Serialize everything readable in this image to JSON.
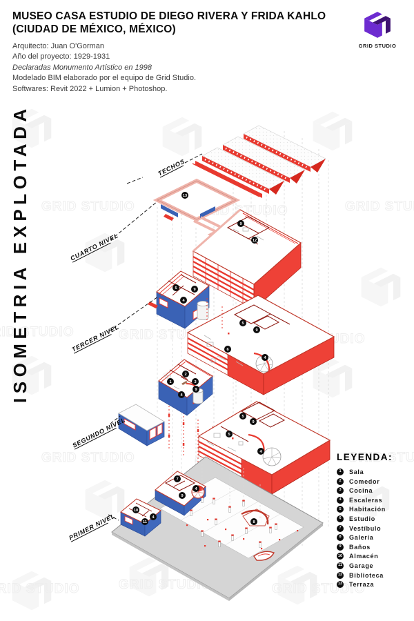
{
  "header": {
    "title_line1": "MUSEO CASA ESTUDIO DE DIEGO RIVERA Y FRIDA KAHLO",
    "title_line2": "(CIUDAD DE MÉXICO, MÉXICO)",
    "architect": "Arquitecto: Juan O'Gorman",
    "year": "Año del proyecto: 1929-1931",
    "declaration": "Declaradas Monumento Artístico en 1998",
    "bim": "Modelado BIM elaborado por el equipo de Grid Studio.",
    "softwares": "Softwares: Revit 2022 + Lumion + Photoshop."
  },
  "logo": {
    "label": "GRID STUDIO"
  },
  "side_title": "ISOMETRIA EXPLOTADA",
  "levels": {
    "techos": "TECHOS",
    "cuarto": "CUARTO NIVEL",
    "tercer": "TERCER NIVEL",
    "segundo": "SEGUNDO NIVEL",
    "primer": "PRIMER NIVEL"
  },
  "legend": {
    "title": "LEYENDA:",
    "items": [
      {
        "num": "1",
        "label": "Sala"
      },
      {
        "num": "2",
        "label": "Comedor"
      },
      {
        "num": "3",
        "label": "Cocina"
      },
      {
        "num": "4",
        "label": "Escaleras"
      },
      {
        "num": "5",
        "label": "Habitación"
      },
      {
        "num": "6",
        "label": "Estudio"
      },
      {
        "num": "7",
        "label": "Vestíbulo"
      },
      {
        "num": "8",
        "label": "Galería"
      },
      {
        "num": "9",
        "label": "Baños"
      },
      {
        "num": "10",
        "label": "Almacén"
      },
      {
        "num": "11",
        "label": "Garage"
      },
      {
        "num": "12",
        "label": "Biblioteca"
      },
      {
        "num": "13",
        "label": "Terraza"
      }
    ]
  },
  "markers": [
    "13",
    "9",
    "12",
    "5",
    "9",
    "4",
    "5",
    "9",
    "6",
    "4",
    "2",
    "1",
    "3",
    "9",
    "4",
    "5",
    "9",
    "5",
    "4",
    "7",
    "4",
    "9",
    "10",
    "4",
    "11",
    "8"
  ],
  "watermark": "GRID STUDIO",
  "colors": {
    "red": "#E8392F",
    "dark_red": "#C0392B",
    "salmon": "#F0B3AA",
    "blue": "#3A62B5",
    "purple_bright": "#6D2BD0",
    "purple_dark": "#3F1272",
    "ground_gray": "#D5D5D5"
  }
}
